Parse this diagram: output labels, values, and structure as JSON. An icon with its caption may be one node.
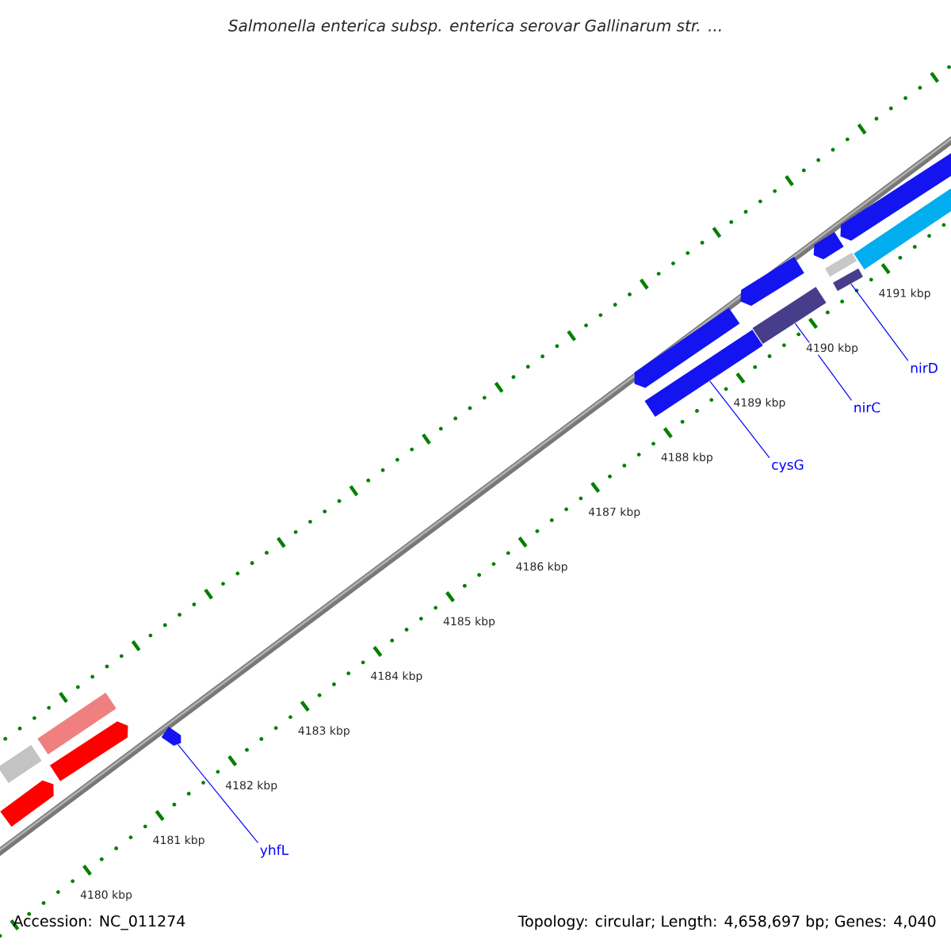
{
  "diagram": {
    "title": "Salmonella enterica subsp. enterica serovar Gallinarum str. ...",
    "nodes": [
      {
        "text": [
          "nirD"
        ]
      },
      {
        "text": [
          "nirC"
        ]
      },
      {
        "text": [
          "cysG"
        ]
      },
      {
        "text": [
          "yhfL"
        ]
      },
      {
        "text": [],
        "shape": "bar"
      },
      {
        "text": [],
        "shape": "arrow"
      },
      {
        "text": [],
        "shape": "bar"
      },
      {
        "text": [],
        "shape": "arrow"
      },
      {
        "text": [],
        "shape": "arrow"
      },
      {
        "text": [],
        "shape": "arrow"
      },
      {
        "text": [],
        "shape": "bar"
      },
      {
        "text": [],
        "shape": "arrow"
      },
      {
        "text": [],
        "shape": "bar"
      },
      {
        "text": [],
        "shape": "arrow"
      },
      {
        "text": [],
        "shape": "bar"
      },
      {
        "text": [],
        "shape": "bar"
      },
      {
        "text": [],
        "shape": "arrow"
      },
      {
        "text": [],
        "shape": "bar"
      }
    ],
    "edges": [
      {
        "from": 0,
        "to": 15,
        "arrow": "none"
      },
      {
        "from": 1,
        "to": 12,
        "arrow": "none"
      },
      {
        "from": 2,
        "to": 10,
        "arrow": "none"
      },
      {
        "from": 3,
        "to": 8,
        "arrow": "none"
      }
    ],
    "labels": [
      "4191 kbp",
      "4190 kbp",
      "4189 kbp",
      "4188 kbp",
      "4187 kbp",
      "4186 kbp",
      "4185 kbp",
      "4184 kbp",
      "4183 kbp",
      "4182 kbp",
      "4181 kbp",
      "4180 kbp",
      "Accession: NC_011274",
      "Topology: circular; Length: 4,658,697 bp; Genes: 4,040"
    ]
  }
}
